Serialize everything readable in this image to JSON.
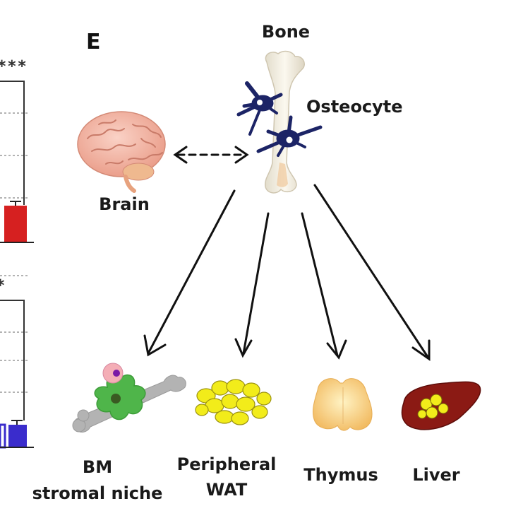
{
  "panel_letter": "E",
  "significance_top": "***",
  "significance_bottom": "*",
  "labels": {
    "bone": "Bone",
    "osteocyte": "Osteocyte",
    "brain": "Brain",
    "bm_line1": "BM",
    "bm_line2": "stromal niche",
    "wat_line1": "Peripheral",
    "wat_line2": "WAT",
    "thymus": "Thymus",
    "liver": "Liver"
  },
  "colors": {
    "bar_red": "#d62020",
    "bar_blue": "#3a2ccc",
    "osteocyte": "#1c2466",
    "brain": "#f3b3a3",
    "stromal_cell": "#4fb54a",
    "fat": "#f2ec1a",
    "thymus": "#f6cc7e",
    "liver": "#8b1a14"
  }
}
